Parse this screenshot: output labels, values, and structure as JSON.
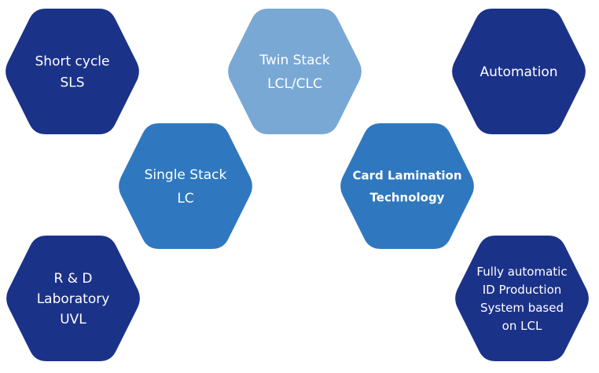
{
  "colors": {
    "dark_blue": "#1b3289",
    "mid_blue": "#2f78bf",
    "light_blue": "#79a8d4",
    "text": "#ffffff"
  },
  "hexagons": [
    {
      "id": "short-cycle-sls",
      "lines": [
        "Short cycle",
        "SLS"
      ],
      "color": "dark_blue",
      "bold": false
    },
    {
      "id": "twin-stack",
      "lines": [
        "Twin Stack",
        "LCL/CLC"
      ],
      "color": "light_blue",
      "bold": false
    },
    {
      "id": "automation",
      "lines": [
        "Automation"
      ],
      "color": "dark_blue",
      "bold": false
    },
    {
      "id": "single-stack",
      "lines": [
        "Single Stack",
        "LC"
      ],
      "color": "mid_blue",
      "bold": false
    },
    {
      "id": "card-lamination",
      "lines": [
        "Card Lamination",
        "Technology"
      ],
      "color": "mid_blue",
      "bold": true
    },
    {
      "id": "rd-laboratory",
      "lines": [
        "R & D",
        "Laboratory",
        "UVL"
      ],
      "color": "dark_blue",
      "bold": false
    },
    {
      "id": "fully-automatic",
      "lines": [
        "Fully automatic",
        "ID Production",
        "System based",
        "on LCL"
      ],
      "color": "dark_blue",
      "bold": false
    }
  ]
}
